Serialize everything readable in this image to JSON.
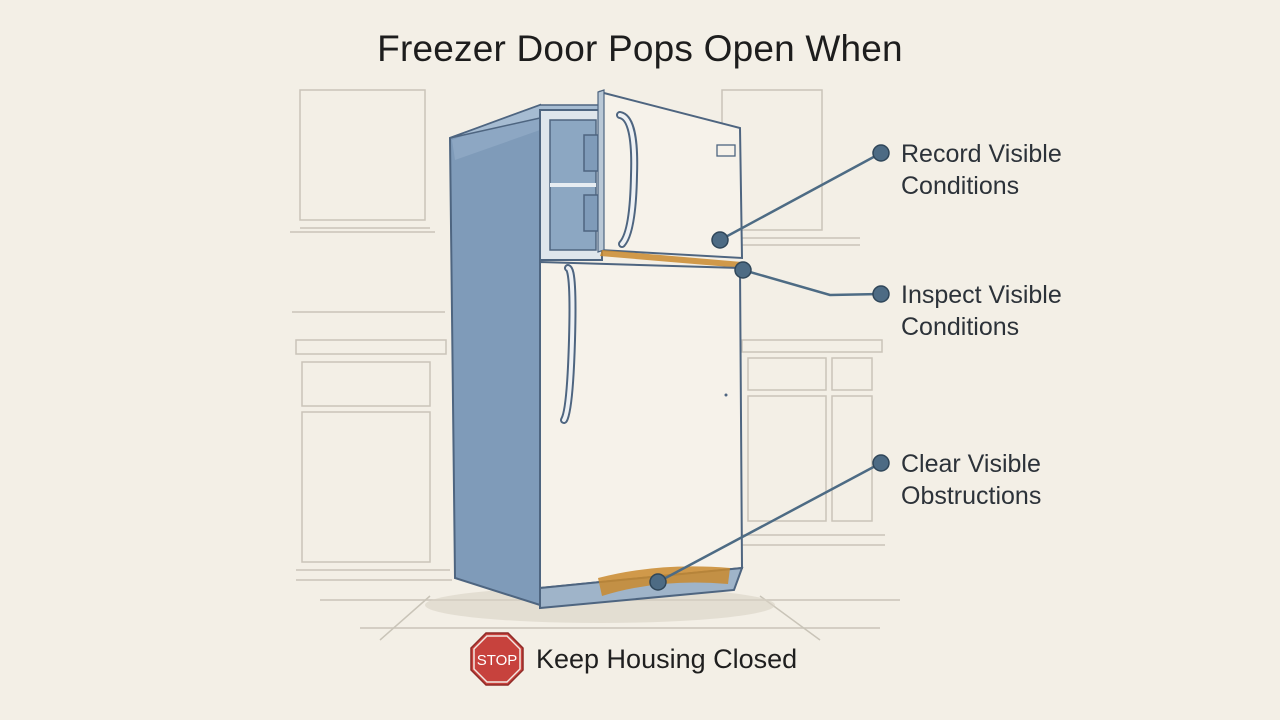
{
  "title": "Freezer Door Pops Open When",
  "callouts": [
    {
      "line1": "Record Visible",
      "line2": "Conditions"
    },
    {
      "line1": "Inspect Visible",
      "line2": "Conditions"
    },
    {
      "line1": "Clear Visible",
      "line2": "Obstructions"
    }
  ],
  "footer": {
    "sign_text": "STOP",
    "label": "Keep Housing Closed"
  },
  "colors": {
    "background": "#f3efe6",
    "fridge_side": "#7f9bb9",
    "fridge_front": "#f6f2ea",
    "callout": "#4d6b84",
    "highlight": "#c98a2e",
    "stop_sign": "#c7423d"
  }
}
